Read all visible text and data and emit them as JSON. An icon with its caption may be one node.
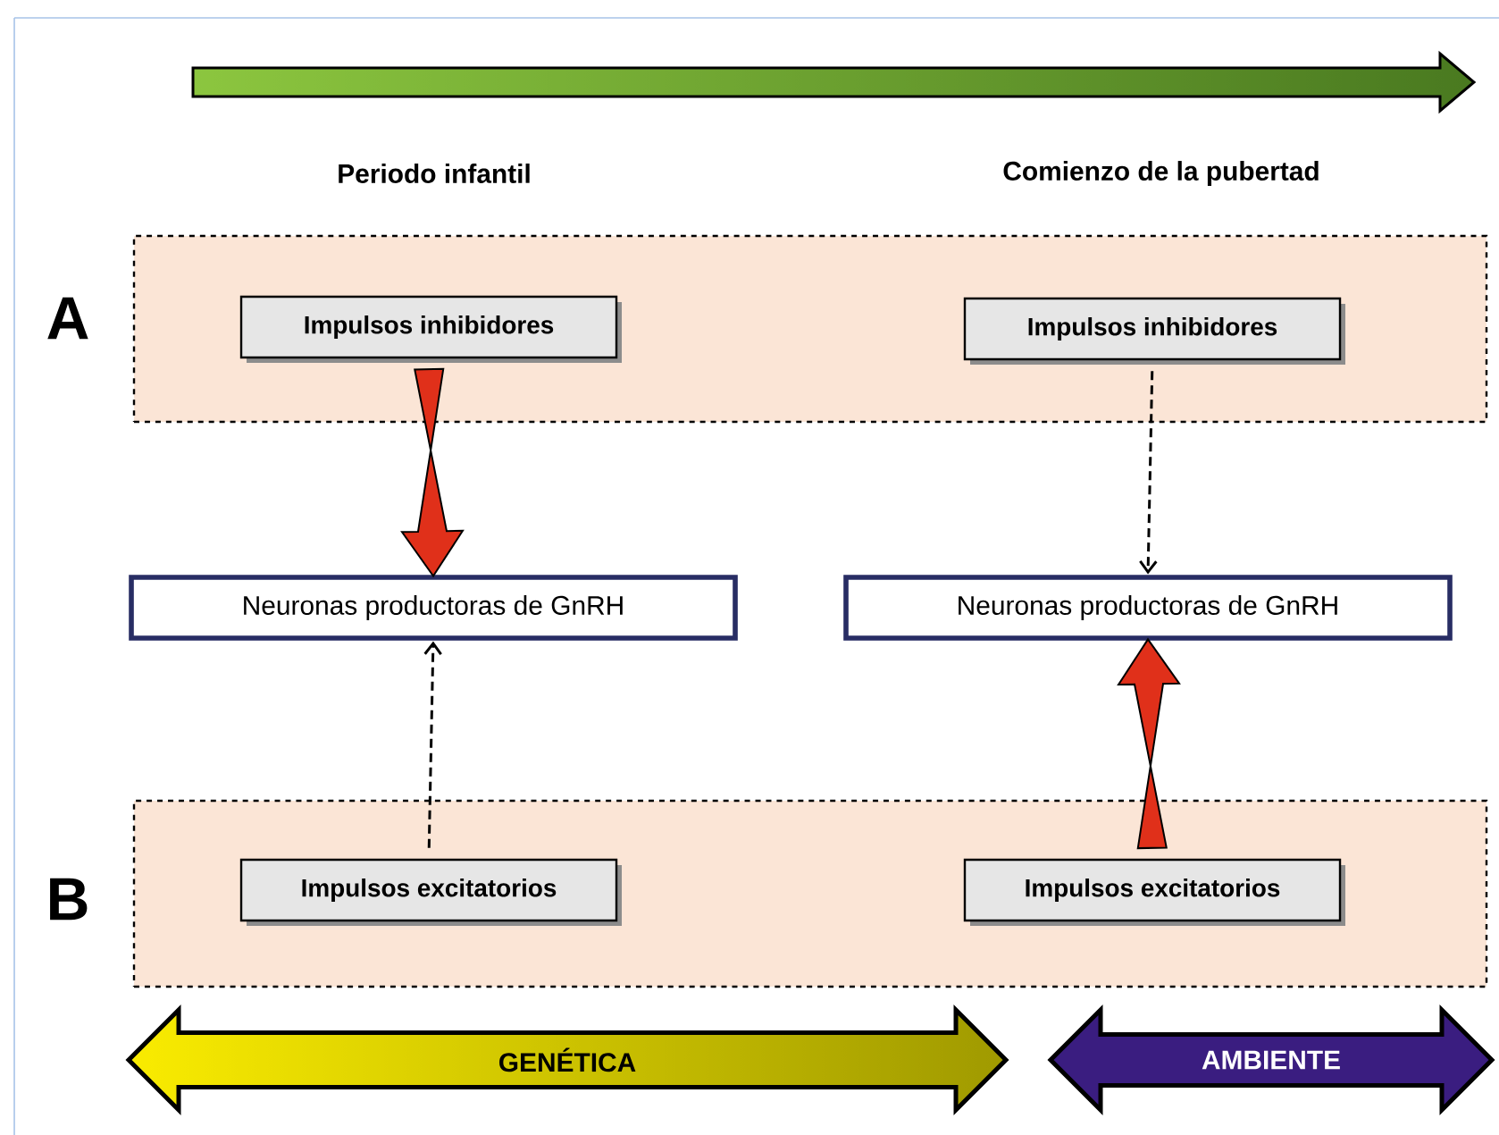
{
  "diagram": {
    "nodes": [
      {
        "text": [
          "A"
        ]
      },
      {
        "text": [
          "Impulsos inhibidores"
        ],
        "in": 0
      },
      {
        "text": [
          "Impulsos inhibidores"
        ],
        "in": 0
      },
      {
        "text": [
          "Neuronas productoras de GnRH"
        ]
      },
      {
        "text": [
          "Neuronas productoras de GnRH"
        ]
      },
      {
        "text": [
          "B"
        ]
      },
      {
        "text": [
          "Impulsos excitatorios"
        ],
        "in": 5
      },
      {
        "text": [
          "Impulsos excitatorios"
        ],
        "in": 5
      },
      {
        "text": [
          "GENÉTICA"
        ]
      },
      {
        "text": [
          "AMBIENTE"
        ]
      }
    ],
    "edges": [
      {
        "from": 1,
        "to": 3,
        "arrow": "to",
        "style": "thick",
        "color": "#e0301a"
      },
      {
        "from": 2,
        "to": 4,
        "arrow": "to",
        "style": "dashed"
      },
      {
        "from": 6,
        "to": 3,
        "arrow": "to",
        "style": "dashed"
      },
      {
        "from": 7,
        "to": 4,
        "arrow": "to",
        "style": "thick",
        "color": "#e0301a"
      }
    ],
    "labels": [
      "Periodo infantil",
      "Comienzo de la pubertad"
    ]
  }
}
